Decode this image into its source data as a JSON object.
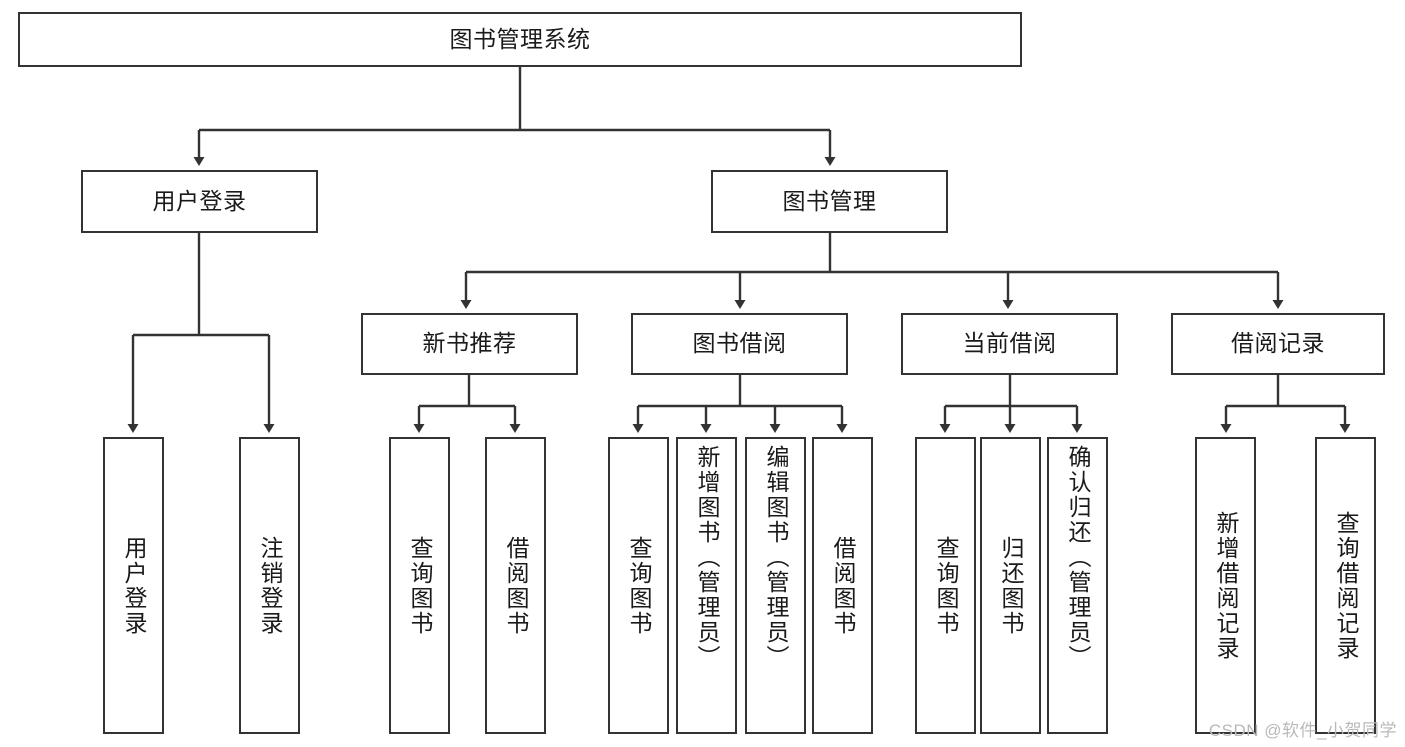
{
  "diagram": {
    "type": "tree-hierarchy-chart",
    "title": "图书管理系统",
    "background_color": "#ffffff",
    "line_color": "#333333",
    "text_color": "#1a1a1a"
  },
  "root": {
    "label": "图书管理系统"
  },
  "level2": [
    {
      "label": "用户登录"
    },
    {
      "label": "图书管理"
    }
  ],
  "level3": [
    {
      "label": "新书推荐"
    },
    {
      "label": "图书借阅"
    },
    {
      "label": "当前借阅"
    },
    {
      "label": "借阅记录"
    }
  ],
  "leaves": {
    "user_login": [
      {
        "label": "用户登录"
      },
      {
        "label": "注销登录"
      }
    ],
    "new_book_recommend": [
      {
        "label": "查询图书"
      },
      {
        "label": "借阅图书"
      }
    ],
    "book_borrow": [
      {
        "label": "查询图书"
      },
      {
        "label": "新增图书（管理员）"
      },
      {
        "label": "编辑图书（管理员）"
      },
      {
        "label": "借阅图书"
      }
    ],
    "current_borrow": [
      {
        "label": "查询图书"
      },
      {
        "label": "归还图书"
      },
      {
        "label": "确认归还（管理员）"
      }
    ],
    "borrow_record": [
      {
        "label": "新增借阅记录"
      },
      {
        "label": "查询借阅记录"
      }
    ]
  },
  "watermark": {
    "text": "CSDN @软件_小贺同学"
  }
}
